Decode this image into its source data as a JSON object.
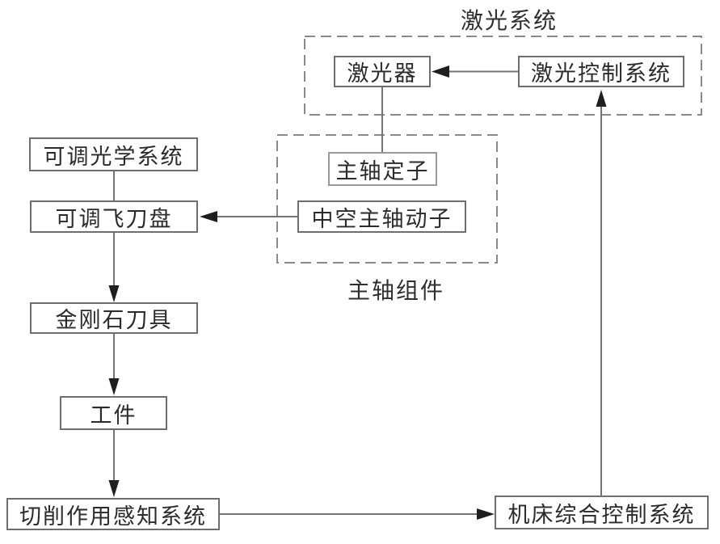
{
  "diagram": {
    "kind": "flowchart",
    "language": "zh-CN",
    "groups": {
      "laser_system": {
        "label": "激光系统"
      },
      "spindle_assembly": {
        "label": "主轴组件"
      }
    },
    "nodes": {
      "laser": {
        "label": "激光器"
      },
      "laser_control": {
        "label": "激光控制系统"
      },
      "spindle_stator": {
        "label": "主轴定子"
      },
      "hollow_spindle_mover": {
        "label": "中空主轴动子"
      },
      "adjustable_optical_system": {
        "label": "可调光学系统"
      },
      "adjustable_fly_cutter": {
        "label": "可调飞刀盘"
      },
      "diamond_tool": {
        "label": "金刚石刀具"
      },
      "workpiece": {
        "label": "工件"
      },
      "cutting_sensing_system": {
        "label": "切削作用感知系统"
      },
      "machine_control_system": {
        "label": "机床综合控制系统"
      }
    },
    "edges": [
      {
        "from": "laser_control",
        "to": "laser",
        "arrow": true
      },
      {
        "from": "laser",
        "to": "spindle_stator",
        "arrow": false
      },
      {
        "from": "machine_control_system",
        "to": "laser_control",
        "arrow": true
      },
      {
        "from": "hollow_spindle_mover",
        "to": "adjustable_fly_cutter",
        "arrow": true
      },
      {
        "from": "adjustable_optical_system",
        "to": "adjustable_fly_cutter",
        "arrow": false
      },
      {
        "from": "adjustable_fly_cutter",
        "to": "diamond_tool",
        "arrow": true
      },
      {
        "from": "diamond_tool",
        "to": "workpiece",
        "arrow": true
      },
      {
        "from": "workpiece",
        "to": "cutting_sensing_system",
        "arrow": true
      },
      {
        "from": "cutting_sensing_system",
        "to": "machine_control_system",
        "arrow": true
      }
    ],
    "colors": {
      "background": "#ffffff",
      "box_border": "#6e6e6e",
      "dashed_border": "#8a8a8a",
      "line": "#757575",
      "arrowhead": "#1f1f1f",
      "text": "#2b2b2b"
    }
  }
}
